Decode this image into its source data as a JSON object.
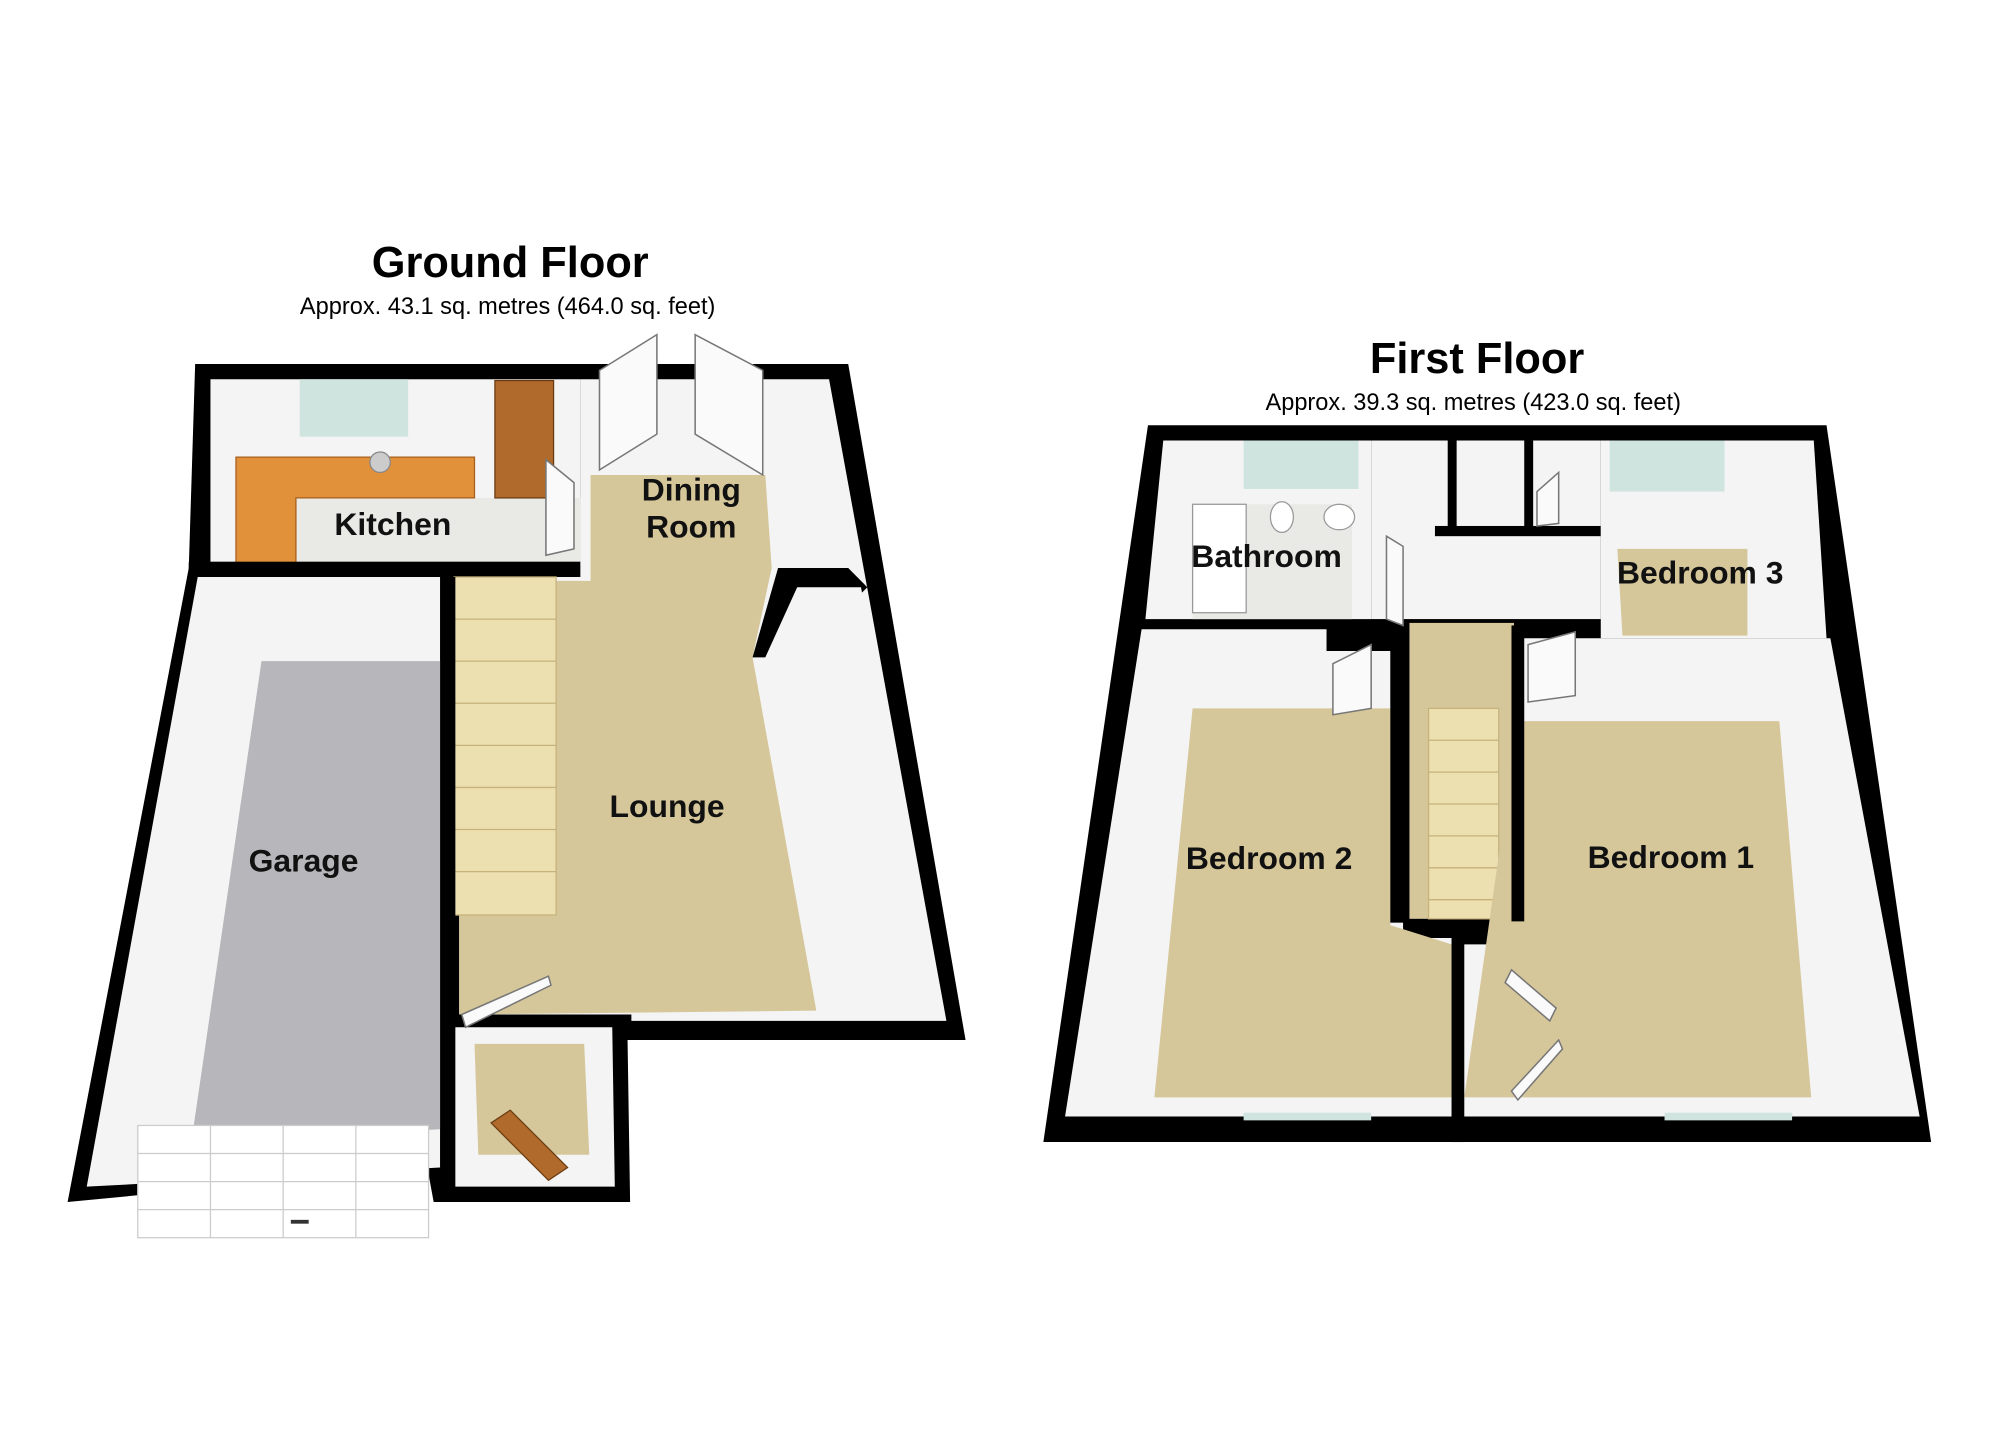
{
  "ground_floor": {
    "title": "Ground Floor",
    "area": "Approx. 43.1 sq. metres (464.0 sq. feet)",
    "rooms": {
      "kitchen": "Kitchen",
      "dining_room": [
        "Dining",
        "Room"
      ],
      "lounge": "Lounge",
      "garage": "Garage"
    }
  },
  "first_floor": {
    "title": "First Floor",
    "area": "Approx. 39.3 sq. metres (423.0 sq. feet)",
    "rooms": {
      "bathroom": "Bathroom",
      "bedroom_3": "Bedroom 3",
      "bedroom_2": "Bedroom 2",
      "bedroom_1": "Bedroom 1"
    }
  },
  "colors": {
    "carpet": "#d6c79b",
    "garage_floor": "#b7b7bb",
    "kitchen_counter": "#e0913a",
    "walls": "#000000"
  }
}
